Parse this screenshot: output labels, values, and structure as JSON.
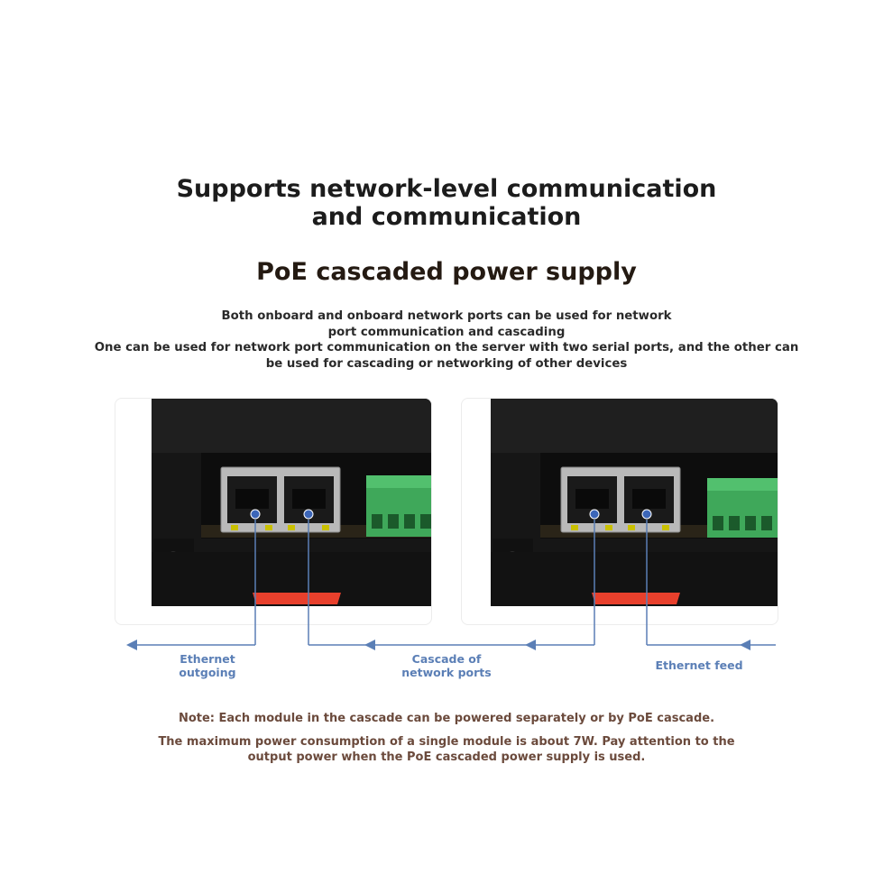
{
  "heading": {
    "line1": "Supports network-level communication",
    "line2": "and communication"
  },
  "subheading": "PoE cascaded power supply",
  "description": {
    "line1": "Both onboard and onboard network ports can be used for network",
    "line2": "port communication and cascading",
    "line3": "One can be used for network port communication on the server with two serial ports, and the other can",
    "line4": "be used for cascading or networking of other devices"
  },
  "diagram": {
    "label_outgoing_line1": "Ethernet",
    "label_outgoing_line2": "outgoing",
    "label_cascade_line1": "Cascade of",
    "label_cascade_line2": "network ports",
    "label_feed": "Ethernet feed",
    "line_color": "#5b7fb6"
  },
  "notes": {
    "line1": "Note: Each module in the cascade can be powered separately or by PoE cascade.",
    "line2": "The maximum power consumption of a single module is about 7W. Pay attention to the",
    "line3": "output power when the PoE cascaded power supply is used."
  },
  "icons": [
    "rj45-port-icon",
    "terminal-block-icon",
    "din-rail-clip-icon",
    "arrow-left-icon"
  ]
}
